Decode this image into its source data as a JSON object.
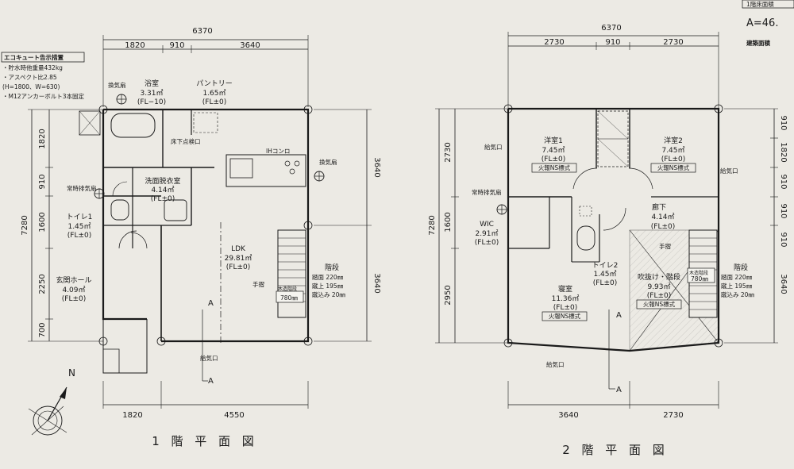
{
  "corner": {
    "line1": "1階床面積",
    "line2": "A=46.",
    "line3": "建築面積"
  },
  "eco": {
    "title": "エコキュート告示措置",
    "lines": [
      "・貯水時他重量432kg",
      "・アスペクト比2.85",
      "(H=1800、W=630)",
      "・M12アンカーボルト3本固定"
    ]
  },
  "f1": {
    "title": "1 階 平 面 図",
    "dims": {
      "top_total": "6370",
      "top": [
        "1820",
        "910",
        "3640"
      ],
      "bottom": [
        "1820",
        "4550"
      ],
      "left_total": "7280",
      "left": [
        "1820",
        "910",
        "1600",
        "2250",
        "700"
      ],
      "right": [
        "3640",
        "3640"
      ]
    },
    "rooms": {
      "bath": {
        "name": "浴室",
        "area": "3.31㎡",
        "fl": "(FL−10)"
      },
      "pantry": {
        "name": "パントリー",
        "area": "1.65㎡",
        "fl": "(FL±0)"
      },
      "wash": {
        "name": "洗面脱衣室",
        "area": "4.14㎡",
        "fl": "(FL±0)"
      },
      "toilet": {
        "name": "トイレ1",
        "area": "1.45㎡",
        "fl": "(FL±0)"
      },
      "hall": {
        "name": "玄関ホール",
        "area": "4.09㎡",
        "fl": "(FL±0)"
      },
      "ldk": {
        "name": "LDK",
        "area": "29.81㎡",
        "fl": "(FL±0)"
      },
      "stairs": {
        "name": "階段",
        "lines": [
          "踏面 220㎜",
          "蹴上 195㎜",
          "蹴込み 20㎜"
        ]
      }
    },
    "labels": {
      "vent1": "換気扇",
      "vent2": "換気扇",
      "vent3": "常時排気扇",
      "underfloor": "床下点検口",
      "ih": "IHコンロ",
      "supply": "給気口",
      "handrail": "手摺",
      "stair_box": "木造階段",
      "stair_w": "780㎜",
      "section": "A"
    }
  },
  "f2": {
    "title": "2 階 平 面 図",
    "dims": {
      "top_total": "6370",
      "top": [
        "2730",
        "910",
        "2730"
      ],
      "bottom": [
        "3640",
        "2730"
      ],
      "left_total": "7280",
      "left": [
        "2730",
        "1600",
        "2950"
      ],
      "right": [
        "910",
        "1820",
        "910",
        "910",
        "910",
        "3640"
      ]
    },
    "rooms": {
      "w1": {
        "name": "洋室1",
        "area": "7.45㎡",
        "fl": "(FL±0)",
        "fire": "火報NS標式"
      },
      "w2": {
        "name": "洋室2",
        "area": "7.45㎡",
        "fl": "(FL±0)",
        "fire": "火報NS標式"
      },
      "corridor": {
        "name": "廊下",
        "area": "4.14㎡",
        "fl": "(FL±0)"
      },
      "wic": {
        "name": "WIC",
        "area": "2.91㎡",
        "fl": "(FL±0)"
      },
      "toilet": {
        "name": "トイレ2",
        "area": "1.45㎡",
        "fl": "(FL±0)"
      },
      "bed": {
        "name": "寝室",
        "area": "11.36㎡",
        "fl": "(FL±0)",
        "fire": "火報NS標式"
      },
      "void": {
        "name": "吹抜け・階段",
        "area": "9.93㎡",
        "fl": "(FL±0)",
        "fire": "火報NS標式"
      },
      "stairs": {
        "name": "階段",
        "lines": [
          "踏面 220㎜",
          "蹴上 195㎜",
          "蹴込み 20㎜"
        ]
      }
    },
    "labels": {
      "supply": "給気口",
      "exhaust": "常時排気扇",
      "handrail": "手摺",
      "stair_box": "木造階段",
      "stair_w": "780㎜",
      "section": "A"
    }
  },
  "compass": {
    "north": "N"
  }
}
